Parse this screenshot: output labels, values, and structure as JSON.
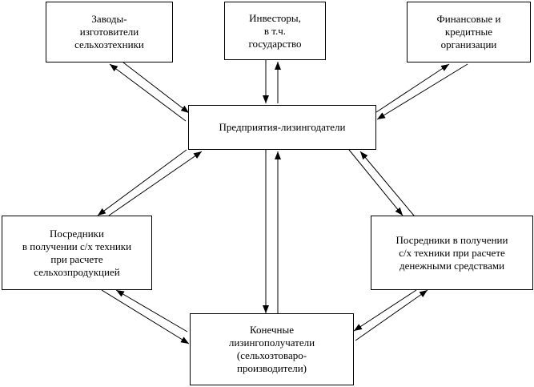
{
  "diagram": {
    "nodes": {
      "factories": {
        "lines": [
          "Заводы-",
          "изготовители",
          "сельхозтехники"
        ]
      },
      "investors": {
        "lines": [
          "Инвесторы,",
          "в т.ч.",
          "государство"
        ]
      },
      "finance": {
        "lines": [
          "Финансовые и",
          "кредитные",
          "организации"
        ]
      },
      "lessor": {
        "lines": [
          "Предприятия-лизингодатели"
        ]
      },
      "left": {
        "lines": [
          "Посредники",
          "в получении с/х техники",
          "при расчете",
          "сельхозпродукцией"
        ]
      },
      "right": {
        "lines": [
          "Посредники в получении",
          "с/х техники при расчете",
          "денежными средствами"
        ]
      },
      "lessee": {
        "lines": [
          "Конечные",
          "лизингополучатели",
          "(сельхозтоваро-",
          "производители)"
        ]
      }
    },
    "edges": [
      {
        "from": "factories",
        "to": "lessor",
        "bidirectional": true
      },
      {
        "from": "investors",
        "to": "lessor",
        "bidirectional": true
      },
      {
        "from": "finance",
        "to": "lessor",
        "bidirectional": true
      },
      {
        "from": "lessor",
        "to": "left",
        "bidirectional": true
      },
      {
        "from": "lessor",
        "to": "right",
        "bidirectional": true
      },
      {
        "from": "lessor",
        "to": "lessee",
        "bidirectional": true
      },
      {
        "from": "left",
        "to": "lessee",
        "bidirectional": true
      },
      {
        "from": "right",
        "to": "lessee",
        "bidirectional": true
      }
    ],
    "colors": {
      "stroke": "#000000",
      "fill": "#ffffff"
    }
  }
}
